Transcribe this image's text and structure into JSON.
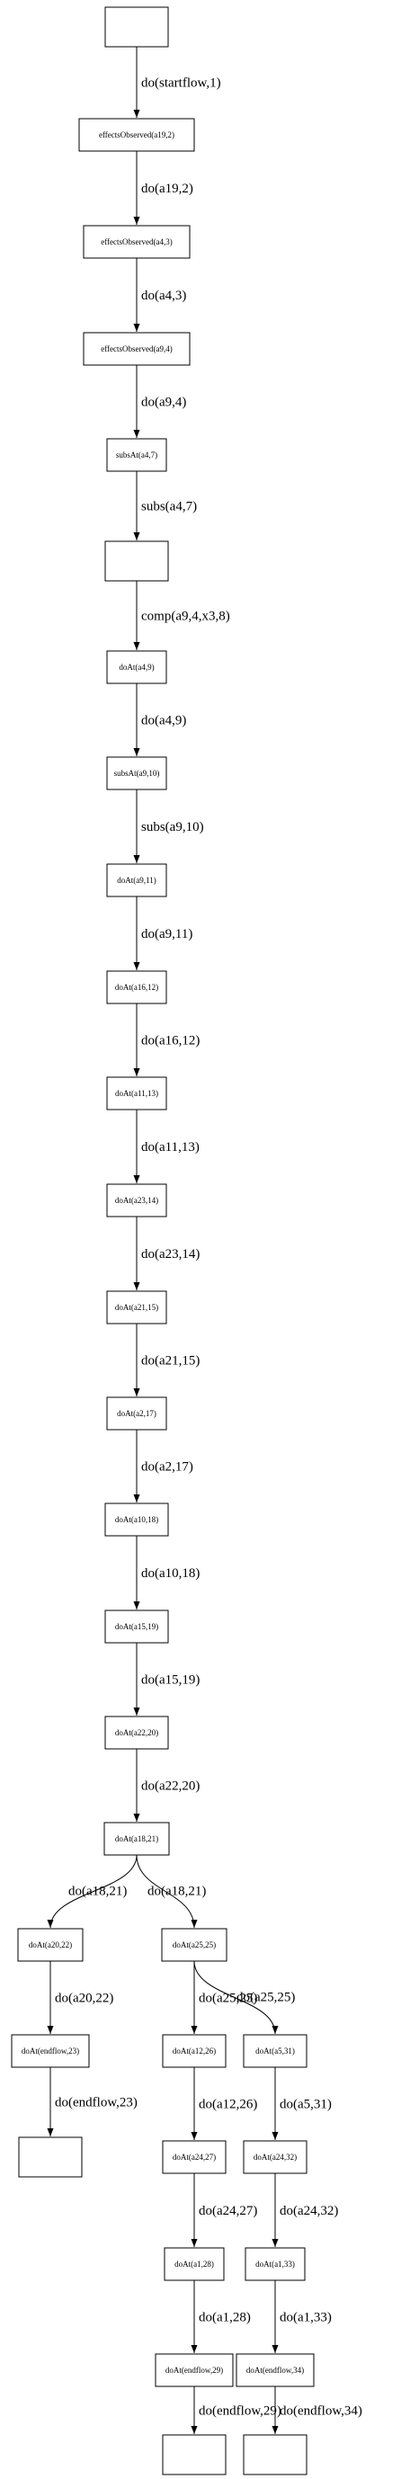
{
  "diagram": {
    "nodes": [
      {
        "id": "n1",
        "label": ""
      },
      {
        "id": "n2",
        "label": "effectsObserved(a19,2)"
      },
      {
        "id": "n3",
        "label": "effectsObserved(a4,3)"
      },
      {
        "id": "n4",
        "label": "effectsObserved(a9,4)"
      },
      {
        "id": "n5",
        "label": "subsAt(a4,7)"
      },
      {
        "id": "n6",
        "label": ""
      },
      {
        "id": "n7",
        "label": "doAt(a4,9)"
      },
      {
        "id": "n8",
        "label": "subsAt(a9,10)"
      },
      {
        "id": "n9",
        "label": "doAt(a9,11)"
      },
      {
        "id": "n10",
        "label": "doAt(a16,12)"
      },
      {
        "id": "n11",
        "label": "doAt(a11,13)"
      },
      {
        "id": "n12",
        "label": "doAt(a23,14)"
      },
      {
        "id": "n13",
        "label": "doAt(a21,15)"
      },
      {
        "id": "n14",
        "label": "doAt(a2,17)"
      },
      {
        "id": "n15",
        "label": "doAt(a10,18)"
      },
      {
        "id": "n16",
        "label": "doAt(a15,19)"
      },
      {
        "id": "n17",
        "label": "doAt(a22,20)"
      },
      {
        "id": "n18",
        "label": "doAt(a18,21)"
      },
      {
        "id": "n19",
        "label": "doAt(a20,22)"
      },
      {
        "id": "n20",
        "label": "doAt(a25,25)"
      },
      {
        "id": "n21",
        "label": "doAt(endflow,23)"
      },
      {
        "id": "n22",
        "label": "doAt(a12,26)"
      },
      {
        "id": "n23",
        "label": "doAt(a5,31)"
      },
      {
        "id": "n24",
        "label": ""
      },
      {
        "id": "n25",
        "label": "doAt(a24,27)"
      },
      {
        "id": "n26",
        "label": "doAt(a24,32)"
      },
      {
        "id": "n27",
        "label": "doAt(a1,28)"
      },
      {
        "id": "n28",
        "label": "doAt(a1,33)"
      },
      {
        "id": "n29",
        "label": "doAt(endflow,29)"
      },
      {
        "id": "n30",
        "label": "doAt(endflow,34)"
      },
      {
        "id": "n31",
        "label": ""
      },
      {
        "id": "n32",
        "label": ""
      }
    ],
    "edges": [
      {
        "from": "n1",
        "to": "n2",
        "label": "do(startflow,1)"
      },
      {
        "from": "n2",
        "to": "n3",
        "label": "do(a19,2)"
      },
      {
        "from": "n3",
        "to": "n4",
        "label": "do(a4,3)"
      },
      {
        "from": "n4",
        "to": "n5",
        "label": "do(a9,4)"
      },
      {
        "from": "n5",
        "to": "n6",
        "label": "subs(a4,7)"
      },
      {
        "from": "n6",
        "to": "n7",
        "label": "comp(a9,4,x3,8)"
      },
      {
        "from": "n7",
        "to": "n8",
        "label": "do(a4,9)"
      },
      {
        "from": "n8",
        "to": "n9",
        "label": "subs(a9,10)"
      },
      {
        "from": "n9",
        "to": "n10",
        "label": "do(a9,11)"
      },
      {
        "from": "n10",
        "to": "n11",
        "label": "do(a16,12)"
      },
      {
        "from": "n11",
        "to": "n12",
        "label": "do(a11,13)"
      },
      {
        "from": "n12",
        "to": "n13",
        "label": "do(a23,14)"
      },
      {
        "from": "n13",
        "to": "n14",
        "label": "do(a21,15)"
      },
      {
        "from": "n14",
        "to": "n15",
        "label": "do(a2,17)"
      },
      {
        "from": "n15",
        "to": "n16",
        "label": "do(a10,18)"
      },
      {
        "from": "n16",
        "to": "n17",
        "label": "do(a15,19)"
      },
      {
        "from": "n17",
        "to": "n18",
        "label": "do(a22,20)"
      },
      {
        "from": "n18",
        "to": "n19",
        "label": "do(a18,21)"
      },
      {
        "from": "n18",
        "to": "n20",
        "label": "do(a18,21)"
      },
      {
        "from": "n19",
        "to": "n21",
        "label": "do(a20,22)"
      },
      {
        "from": "n20",
        "to": "n22",
        "label": "do(a25,25)"
      },
      {
        "from": "n20",
        "to": "n23",
        "label": "do(a25,25)"
      },
      {
        "from": "n21",
        "to": "n24",
        "label": "do(endflow,23)"
      },
      {
        "from": "n22",
        "to": "n25",
        "label": "do(a12,26)"
      },
      {
        "from": "n23",
        "to": "n26",
        "label": "do(a5,31)"
      },
      {
        "from": "n25",
        "to": "n27",
        "label": "do(a24,27)"
      },
      {
        "from": "n26",
        "to": "n28",
        "label": "do(a24,32)"
      },
      {
        "from": "n27",
        "to": "n29",
        "label": "do(a1,28)"
      },
      {
        "from": "n28",
        "to": "n30",
        "label": "do(a1,33)"
      },
      {
        "from": "n29",
        "to": "n31",
        "label": "do(endflow,29)"
      },
      {
        "from": "n30",
        "to": "n32",
        "label": "do(endflow,34)"
      }
    ]
  }
}
